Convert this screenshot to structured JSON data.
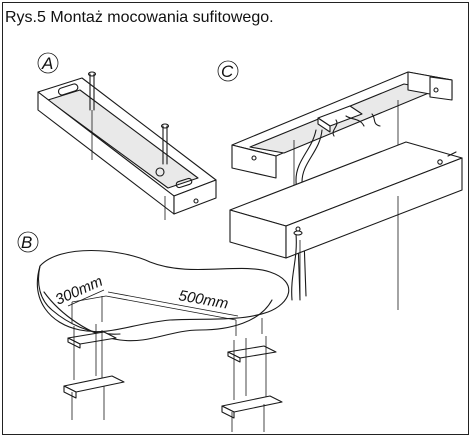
{
  "title": "Rys.5 Montaż mocowania sufitowego.",
  "labels": {
    "a": "A",
    "b": "B",
    "c": "C"
  },
  "dimensions": {
    "width_short": "300mm",
    "width_long": "500mm"
  }
}
